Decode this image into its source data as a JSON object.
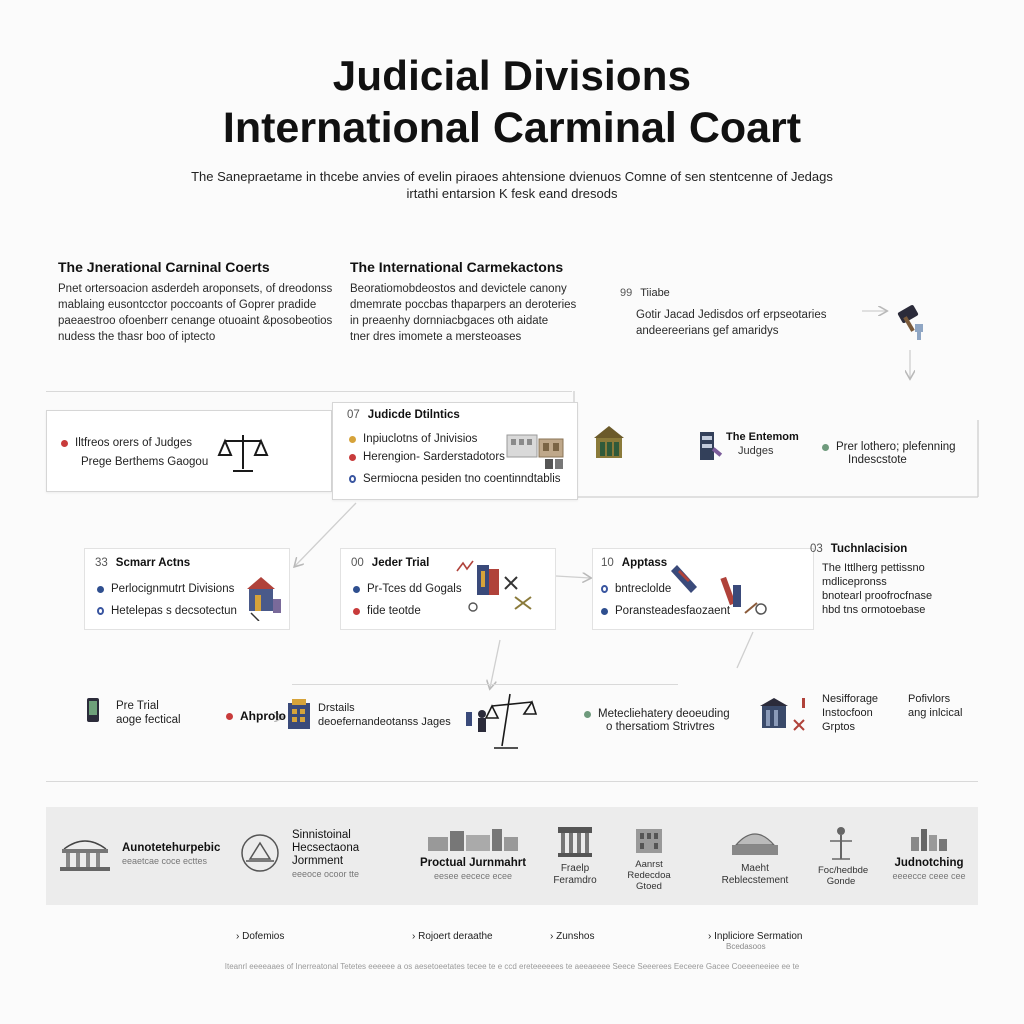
{
  "header": {
    "title_line1": "Judicial Divisions",
    "title_line2": "International Carminal Coart",
    "subtitle_line1": "The Sanepraetame in thcebe anvies of evelin piraoes ahtensione dvienuos Comne of sen stentcenne of Jedags",
    "subtitle_line2": "irtathi entarsion K fesk eand dresods"
  },
  "intro": {
    "col1": {
      "heading": "The Jnerational Carninal Coerts",
      "lines": [
        "Pnet ortersoacion asderdeh aroponsets, of dreodonss",
        "mablaing eusontcctor poccoants of Goprer pradide",
        "paeaestroo ofoenberr cenange otuoaint &posobeotios",
        "nudess the thasr boo of iptecto"
      ]
    },
    "col2": {
      "heading": "The International Carmekactons",
      "lines": [
        "Beoratiomobdeostos and devictele canony",
        "dmemrate poccbas thaparpers an deroteries",
        "in preaenhy dornniacbgaces oth aidate",
        "tner dres imomete a mersteoases"
      ]
    },
    "col3": {
      "number": "99",
      "heading": "Tiiabe",
      "lines": [
        "Gotir Jacad Jedisdos orf erpseotaries",
        "andeereerians gef amaridys"
      ]
    }
  },
  "row1": {
    "left_box": {
      "line1": "Iltfreos orers of Judges",
      "line2": "Prege Berthems Gaogou",
      "icon": "scales-icon"
    },
    "center_box": {
      "number": "07",
      "heading": "Judicde Dtilntics",
      "items": [
        "Inpiuclotns of Jnivisios",
        "Herengion- Sarderstadotors",
        "Sermiocna pesiden tno coentinndtablis"
      ],
      "icon": "courthouse-icon"
    },
    "icon_a": "courtroom-building-icon",
    "item_b": {
      "line1": "The Entemom",
      "line2": "Judges",
      "icon": "gavel-document-icon"
    },
    "item_c": {
      "line1": "Prer lothero; plefenning",
      "line2": "Indescstote"
    }
  },
  "row2": {
    "box1": {
      "number": "33",
      "heading": "Scmarr Actns",
      "items": [
        "Perlocignmutrt Divisions",
        "Hetelepas s decsotectun"
      ]
    },
    "box2": {
      "number": "00",
      "heading": "Jeder Trial",
      "items": [
        "Pr-Tces dd Gogals",
        "fide teotde"
      ]
    },
    "box3": {
      "number": "10",
      "heading": "Apptass",
      "items": [
        "bntreclolde",
        "Poransteadesfaozaent"
      ]
    },
    "box4": {
      "number": "03",
      "heading": "Tuchnlacision",
      "items": [
        "The Ittlherg pettissno",
        "mdlicepronss",
        "bnotearl proofrocfnase",
        "hbd tns ormotoebase"
      ]
    }
  },
  "row3": {
    "item1": {
      "line1": "Pre Trial",
      "line2": "aoge fectical"
    },
    "item2": {
      "label": "Ahprolo"
    },
    "item3": {
      "line1": "Drstails",
      "line2": "deoefernandeotanss Jages"
    },
    "item4": {
      "line1": "Metecliehatery deoeuding",
      "line2": "o thersatiom Strivtres"
    },
    "item5": {
      "line1": "Nesifforage",
      "line2": "Instocfoon",
      "line3": "Grptos"
    },
    "item6": {
      "line1": "Pofivlors",
      "line2": "ang inlcical"
    }
  },
  "band": {
    "items": [
      {
        "title": "Aunotetehurpebic",
        "sub": "eeaetcae coce ecttes",
        "icon": "domed-building-icon"
      },
      {
        "title": "Sinnistoinal Hecsectaona Jormment",
        "sub": "eeeoce ocoor tte",
        "icon": "emblem-icon"
      },
      {
        "title": "Proctual Jurnmahrt",
        "sub": "eesee eecece ecee",
        "icon": "city-building-icon"
      },
      {
        "title": "Fraelp Feramdro",
        "sub": "",
        "icon": "columns-icon"
      },
      {
        "title": "Aanrst Redecdoa Gtoed",
        "sub": "",
        "icon": "tower-building-icon"
      },
      {
        "title": "Maeht Reblecstement",
        "sub": "",
        "icon": "dome-icon"
      },
      {
        "title": "Foc/hedbde Gonde",
        "sub": "",
        "icon": "scales-figure-icon"
      },
      {
        "title": "Judnotching",
        "sub": "eeeecce ceee cee",
        "icon": "skyline-icon"
      }
    ]
  },
  "footer": {
    "items": [
      "Dofemios",
      "Rojoert deraathe",
      "Zunshos",
      "Inpliciore Sermation"
    ],
    "item4_sub": "Bcedasoos",
    "note": "Iteanrl eeeeaaes of Inerreatonal Tetetes eeeeee a os aesetoeetates tecee te e ccd ereteeeeees te aeeaeeee Seece Seeerees Eeceere Gacee Coeeeneeiee ee te"
  },
  "colors": {
    "accent_red": "#c83b3b",
    "accent_blue": "#2f4f8f",
    "accent_amber": "#d6a33a",
    "band_bg": "#ececec"
  }
}
